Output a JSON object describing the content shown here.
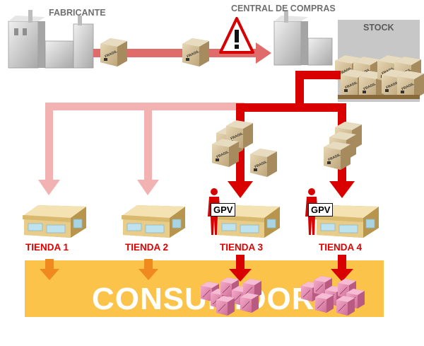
{
  "labels": {
    "manufacturer": "FABRICANTE",
    "central_purchasing": "CENTRAL DE COMPRAS",
    "stock": "STOCK",
    "consumer": "CONSUMIDOR"
  },
  "stores": [
    {
      "name": "TIENDA 1",
      "gpv": ""
    },
    {
      "name": "TIENDA 2",
      "gpv": ""
    },
    {
      "name": "TIENDA 3",
      "gpv": "GPV"
    },
    {
      "name": "TIENDA 4",
      "gpv": "GPV"
    }
  ],
  "box_label": "FRAGIL",
  "colors": {
    "main_red": "#d80000",
    "light_red": "#f2b2b2",
    "orange_arrow": "#f08a1e",
    "consumer_band": "#fbc34a",
    "box_pink": "#e58ab0",
    "box_tan": "#d6c29c",
    "building_tan": "#e7c77e",
    "gray_building": "#c8c8c8"
  },
  "icons": [
    "factory-icon",
    "warehouse-icon",
    "warning-icon",
    "box-icon",
    "pallet-icon",
    "store-icon",
    "person-icon"
  ]
}
